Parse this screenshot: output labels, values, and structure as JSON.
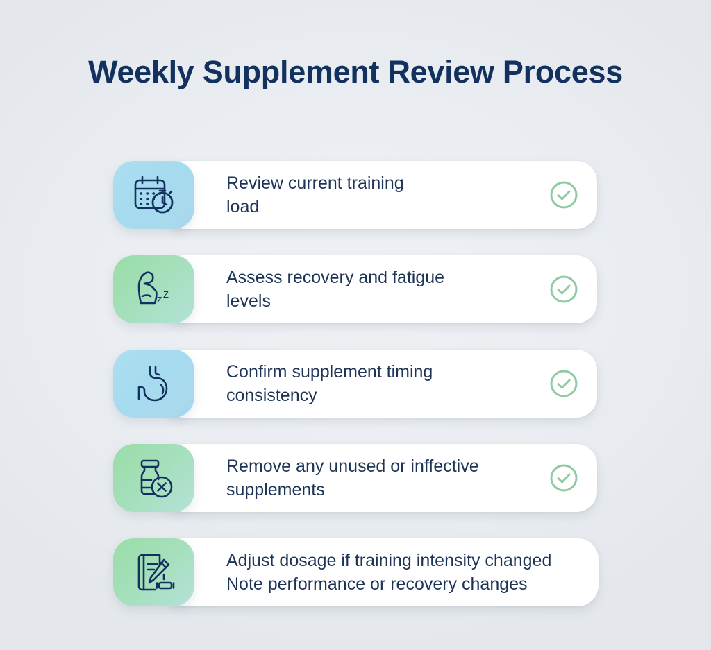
{
  "header": {
    "title": "Weekly Supplement Review Process"
  },
  "colors": {
    "background": "#e9edf1",
    "title_navy": "#12315e",
    "text_navy": "#1d3456",
    "tile_blue": "#a9dbee",
    "tile_green": "#9fdcb4",
    "check_green": "#8fcaa0",
    "card_white": "#ffffff"
  },
  "steps": [
    {
      "icon": "calendar-stopwatch-icon",
      "tile_color": "blue",
      "lines": [
        "Review current training",
        "load"
      ],
      "checked": true,
      "check_icon": "check-circle-icon"
    },
    {
      "icon": "flexed-bicep-sleep-icon",
      "tile_color": "green",
      "lines": [
        "Assess recovery and fatigue",
        "levels"
      ],
      "checked": true,
      "check_icon": "check-circle-icon"
    },
    {
      "icon": "stomach-icon",
      "tile_color": "blue",
      "lines": [
        "Confirm supplement timing",
        "consistency"
      ],
      "checked": true,
      "check_icon": "check-circle-icon"
    },
    {
      "icon": "supplement-bottle-remove-icon",
      "tile_color": "green",
      "lines": [
        "Remove any unused or inffective",
        "supplements"
      ],
      "checked": true,
      "check_icon": "check-circle-icon"
    },
    {
      "icon": "notebook-pencil-dumbbell-icon",
      "tile_color": "green",
      "lines": [
        "Adjust dosage if training intensity changed",
        "Note performance or recovery changes"
      ],
      "checked": false,
      "check_icon": ""
    }
  ]
}
